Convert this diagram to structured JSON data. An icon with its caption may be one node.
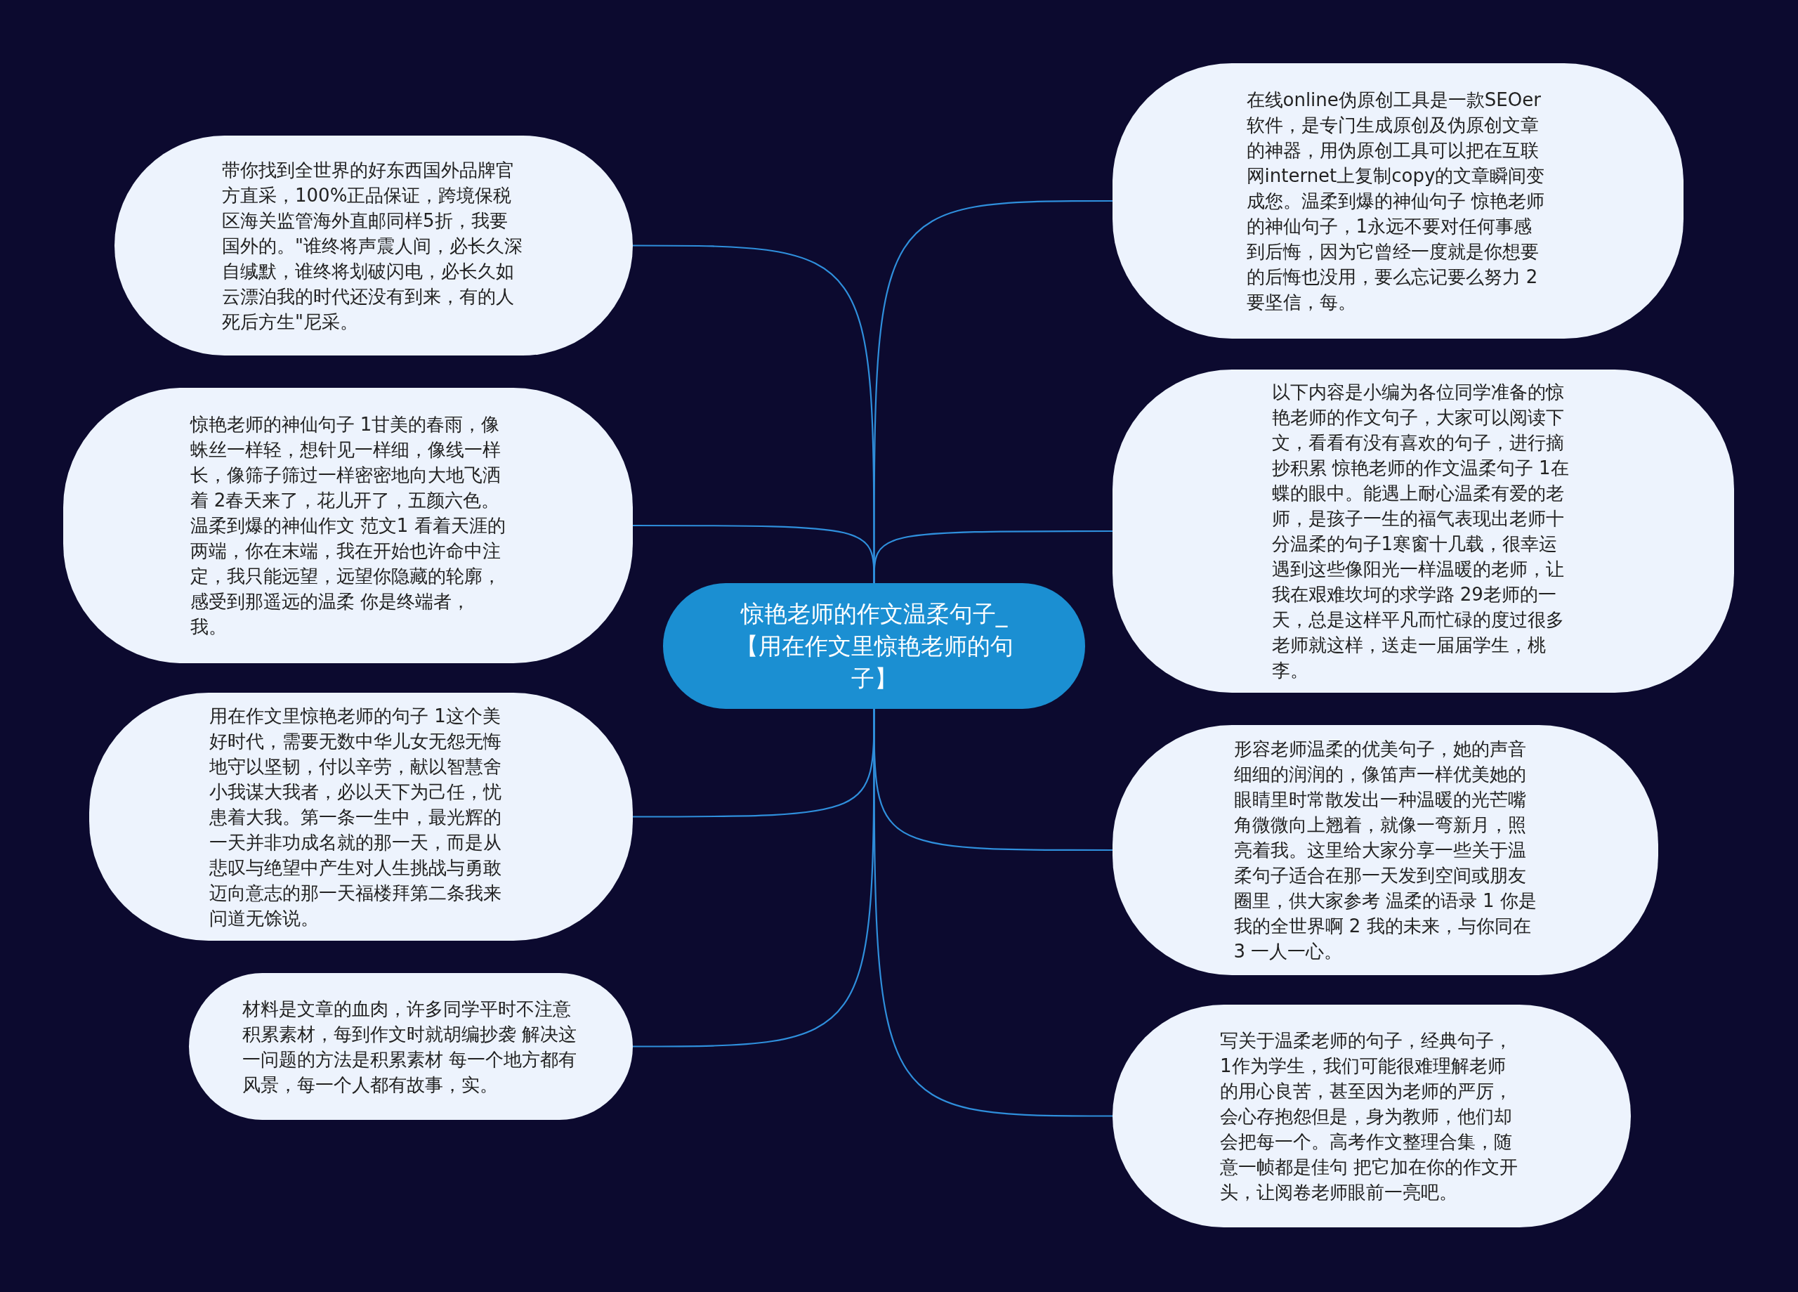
{
  "diagram": {
    "nodes": [
      {
        "text": [
          "惊艳老师的作文温柔句子_【用在作文里惊艳老师的句子】"
        ]
      },
      {
        "text": [
          "带你找到全世界的好东西国外品牌官方直采，100%正品保证，跨境保税区海关监管海外直邮同样5折，我要国外的。\"谁终将声震人间，必长久深自缄默，谁终将划破闪电，必长久如云漂泊我的时代还没有到来，有的人死后方生\"尼采。"
        ]
      },
      {
        "text": [
          "惊艳老师的神仙句子 1甘美的春雨，像蛛丝一样轻，想针见一样细，像线一样长，像筛子筛过一样密密地向大地飞洒着 2春天来了，花儿开了，五颜六色。温柔到爆的神仙作文 范文1 看着天涯的两端，你在末端，我在开始也许命中注定，我只能远望，远望你隐藏的轮廓，感受到那遥远的温柔 你是终端者，我。"
        ]
      },
      {
        "text": [
          "用在作文里惊艳老师的句子  1这个美好时代，需要无数中华儿女无怨无悔地守以坚韧，付以辛劳，献以智慧舍小我谋大我者，必以天下为己任，忧患着大我。第一条一生中，最光辉的一天并非功成名就的那一天，而是从悲叹与绝望中产生对人生挑战与勇敢迈向意志的那一天福楼拜第二条我来问道无馀说。"
        ]
      },
      {
        "text": [
          "材料是文章的血肉，许多同学平时不注意积累素材，每到作文时就胡编抄袭 解决这一问题的方法是积累素材 每一个地方都有风景，每一个人都有故事，实。"
        ]
      },
      {
        "text": [
          "在线online伪原创工具是一款SEOer软件，是专门生成原创及伪原创文章的神器，用伪原创工具可以把在互联网internet上复制copy的文章瞬间变成您。温柔到爆的神仙句子 惊艳老师的神仙句子，1永远不要对任何事感到后悔，因为它曾经一度就是你想要的后悔也没用，要么忘记要么努力 2要坚信，每。"
        ]
      },
      {
        "text": [
          "以下内容是小编为各位同学准备的惊艳老师的作文句子，大家可以阅读下文，看看有没有喜欢的句子，进行摘抄积累 惊艳老师的作文温柔句子 1在蝶的眼中。能遇上耐心温柔有爱的老师，是孩子一生的福气表现出老师十分温柔的句子1寒窗十几载，很幸运遇到这些像阳光一样温暖的老师，让我在艰难坎坷的求学路 29老师的一天，总是这样平凡而忙碌的度过很多老师就这样，送走一届届学生，桃李。"
        ]
      },
      {
        "text": [
          "形容老师温柔的优美句子，她的声音细细的润润的，像笛声一样优美她的眼睛里时常散发出一种温暖的光芒嘴角微微向上翘着，就像一弯新月，照亮着我。这里给大家分享一些关于温柔句子适合在那一天发到空间或朋友圈里，供大家参考 温柔的语录 1 你是我的全世界啊 2 我的未来，与你同在 3 一人一心。"
        ]
      },
      {
        "text": [
          "写关于温柔老师的句子，经典句子，1作为学生，我们可能很难理解老师的用心良苦，甚至因为老师的严厉，会心存抱怨但是，身为教师，他们却会把每一个。高考作文整理合集，随意一帧都是佳句 把它加在你的作文开头，让阅卷老师眼前一亮吧。"
        ]
      }
    ],
    "edges": [
      {
        "from": 0,
        "to": 1,
        "arrow": "none"
      },
      {
        "from": 0,
        "to": 2,
        "arrow": "none"
      },
      {
        "from": 0,
        "to": 3,
        "arrow": "none"
      },
      {
        "from": 0,
        "to": 4,
        "arrow": "none"
      },
      {
        "from": 0,
        "to": 5,
        "arrow": "none"
      },
      {
        "from": 0,
        "to": 6,
        "arrow": "none"
      },
      {
        "from": 0,
        "to": 7,
        "arrow": "none"
      },
      {
        "from": 0,
        "to": 8,
        "arrow": "none"
      }
    ]
  }
}
